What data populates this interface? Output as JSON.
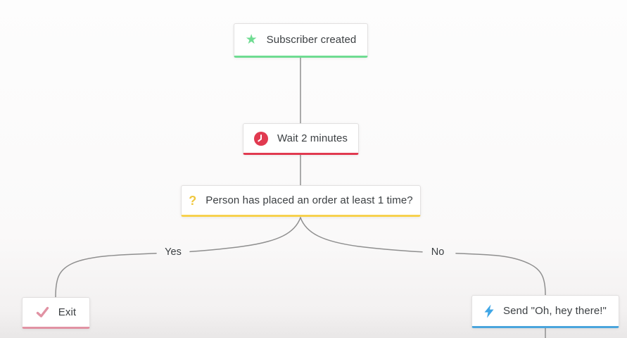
{
  "canvas": {
    "background": "#fbfafa",
    "connector_color": "#8f8f8f"
  },
  "nodes": {
    "trigger": {
      "label": "Subscriber created",
      "icon": "star-icon",
      "accent": "#6fdc92",
      "icon_glyph": "★"
    },
    "wait": {
      "label": "Wait 2 minutes",
      "icon": "clock-icon",
      "accent": "#e13a50"
    },
    "condition": {
      "label": "Person has placed an order at least 1 time?",
      "icon": "question-icon",
      "accent": "#f7d14e",
      "icon_glyph": "?"
    },
    "exit": {
      "label": "Exit",
      "icon": "check-icon",
      "accent": "#e192a3"
    },
    "send": {
      "label": "Send \"Oh, hey there!\"",
      "icon": "bolt-icon",
      "accent": "#4aa5dc"
    }
  },
  "branch_labels": {
    "yes": "Yes",
    "no": "No"
  },
  "icon_colors": {
    "star": "#6fdc92",
    "clock_background": "#e13a50",
    "clock_hands": "#ffffff",
    "question": "#f0c840",
    "check": "#e192a3",
    "bolt": "#3fa6e6"
  }
}
